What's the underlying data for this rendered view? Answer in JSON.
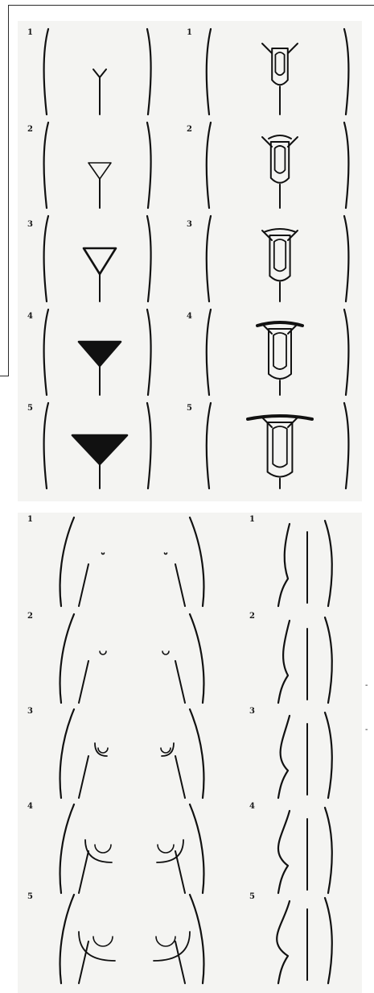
{
  "top_stage_labels": [
    "1",
    "2",
    "3",
    "4",
    "5"
  ],
  "bottom_stage_labels": [
    "1",
    "2",
    "3",
    "4",
    "5"
  ],
  "cutoff_fragments": [
    "-",
    "-"
  ],
  "colors": {
    "ink": "#111111",
    "panel": "#f4f4f2",
    "frame": "#2a2a2a"
  }
}
